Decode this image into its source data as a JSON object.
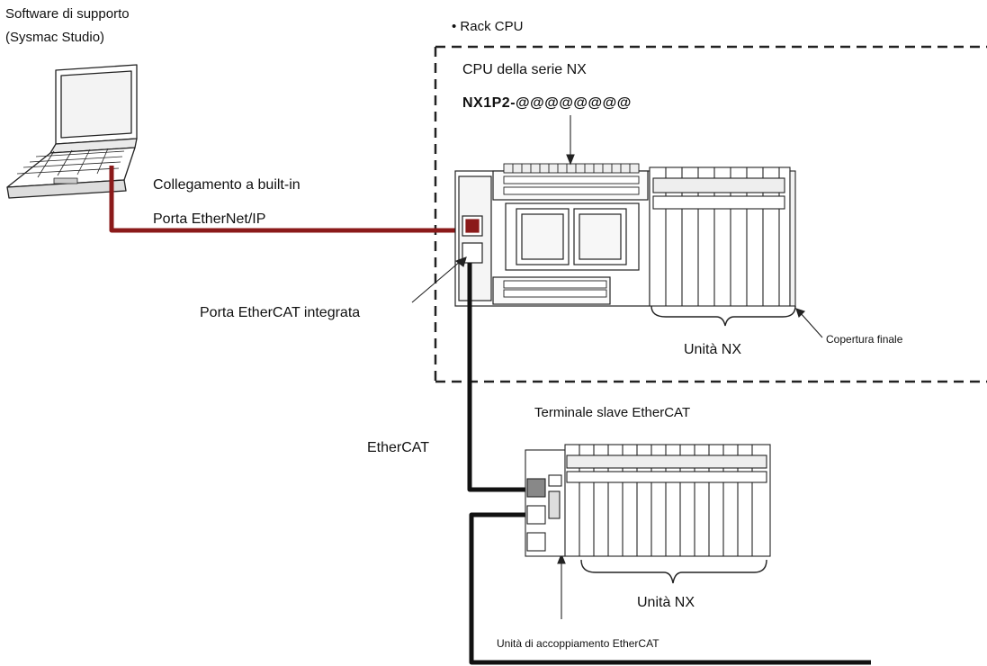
{
  "labels": {
    "software_line1": "Software di supporto",
    "software_line2": "(Sysmac Studio)",
    "rack_cpu": "• Rack CPU",
    "cpu_series": "CPU della serie NX",
    "model": "NX1P2-@@@@@@@@",
    "builtin_conn": "Collegamento a built-in",
    "ethernet_port": "Porta EtherNet/IP",
    "ethercat_port": "Porta EtherCAT integrata",
    "nx_units_1": "Unità NX",
    "end_cover": "Copertura finale",
    "slave_terminal": "Terminale slave EtherCAT",
    "ethercat": "EtherCAT",
    "nx_units_2": "Unità NX",
    "coupler": "Unità di accoppiamento EtherCAT"
  },
  "colors": {
    "ethernet_cable": "#8b1a1a",
    "ethercat_cable": "#111111",
    "outline": "#222222"
  },
  "icons": {
    "computer": "laptop-icon",
    "cpu": "plc-cpu-icon",
    "coupler": "ethercat-coupler-icon"
  }
}
